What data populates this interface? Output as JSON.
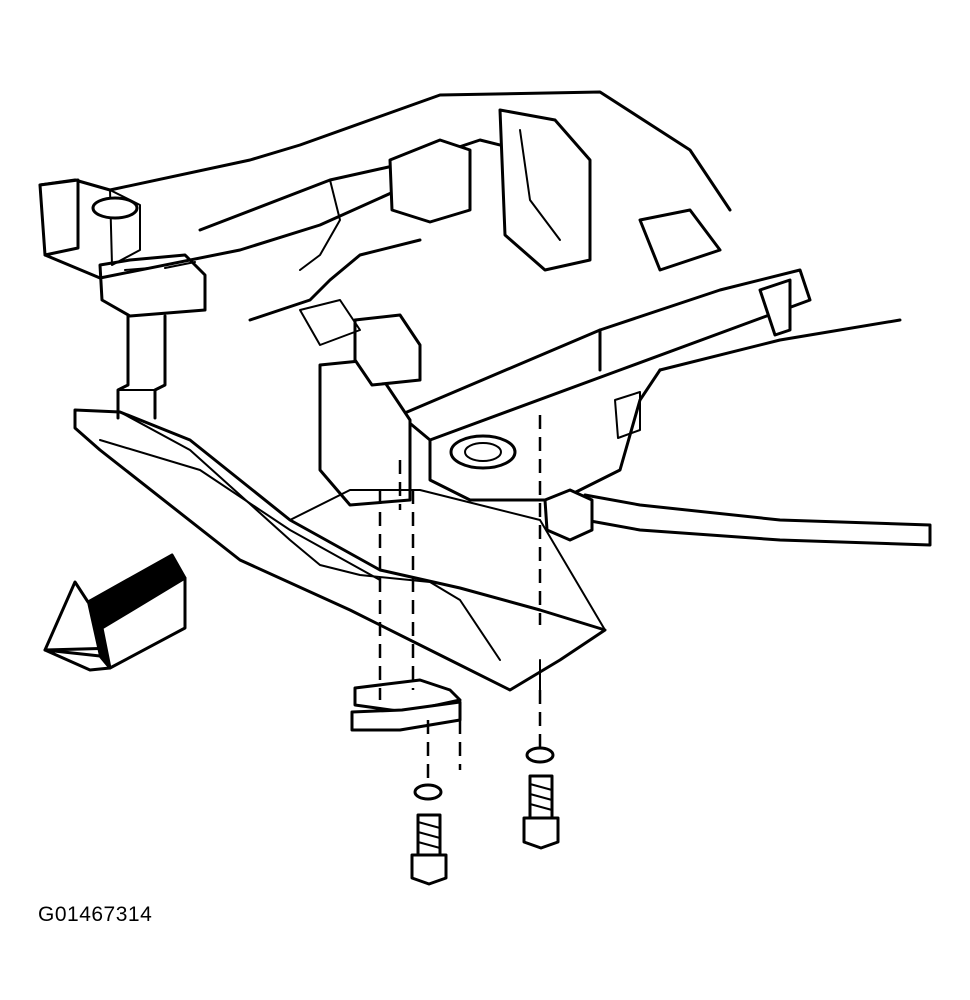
{
  "figure": {
    "id_label": "G01467314",
    "direction_arrow": "front-of-vehicle-arrow",
    "parts": [
      "frame",
      "skid-plate",
      "bracket",
      "bolt",
      "washer",
      "stabilizer-bar"
    ]
  }
}
